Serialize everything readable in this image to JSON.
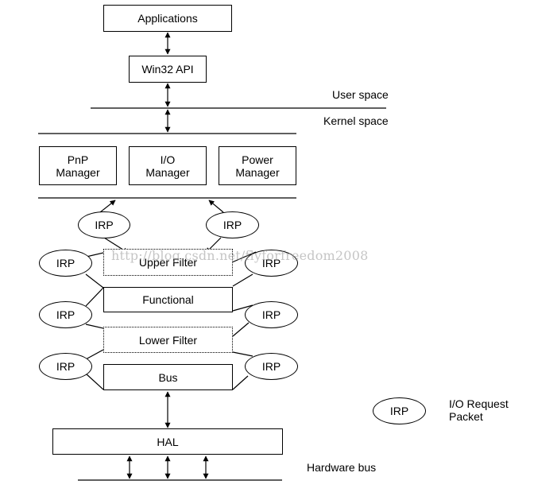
{
  "boxes": {
    "applications": "Applications",
    "win32": "Win32 API",
    "pnp": "PnP\nManager",
    "io": "I/O\nManager",
    "power": "Power\nManager",
    "upper_filter": "Upper Filter",
    "functional": "Functional",
    "lower_filter": "Lower Filter",
    "bus": "Bus",
    "hal": "HAL"
  },
  "labels": {
    "user_space": "User space",
    "kernel_space": "Kernel space",
    "hardware_bus": "Hardware bus"
  },
  "irp_label": "IRP",
  "legend": {
    "symbol": "IRP",
    "text": "I/O Request\nPacket"
  },
  "watermark": "http://blog.csdn.net/flyforfreedom2008"
}
